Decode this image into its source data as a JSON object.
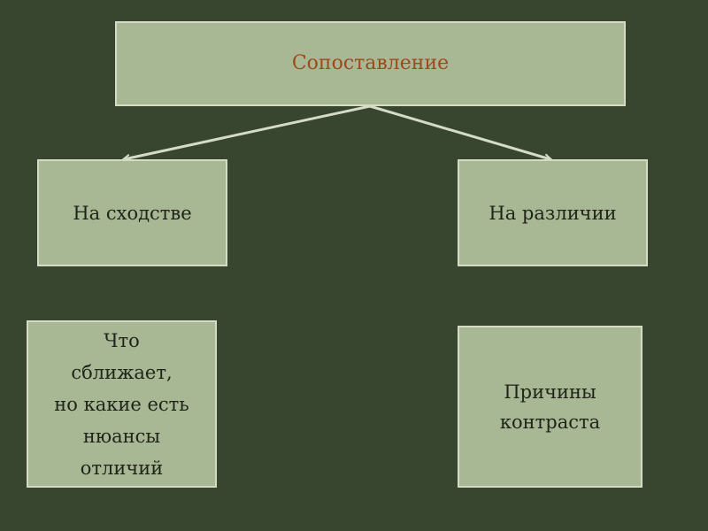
{
  "diagram": {
    "root": "Сопоставление",
    "branches": [
      {
        "label": "На сходстве"
      },
      {
        "label": "На различии"
      }
    ],
    "details": [
      {
        "text": "Что\nсближает,\n но какие есть\nнюансы\nотличий"
      },
      {
        "text": "Причины\nконтраста"
      }
    ]
  },
  "colors": {
    "background": "#38452f",
    "box_fill": "#a8b794",
    "box_border": "#d4dcc6",
    "root_text": "#9b4b1c",
    "text": "#1f2418",
    "arrow": "#d4dcc6"
  }
}
